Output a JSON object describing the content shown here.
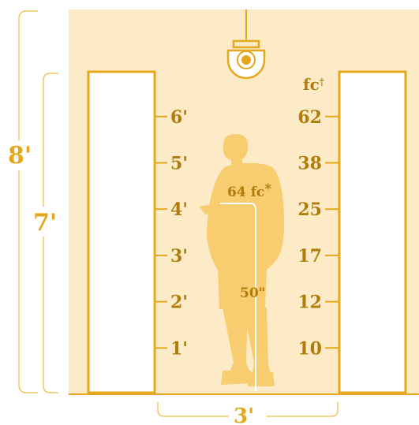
{
  "colors": {
    "room_bg": "#fdebc8",
    "gold": "#e3a81c",
    "bracket": "#f3c561",
    "silhouette": "#f8cd70",
    "label": "#b07d0c",
    "shelf_fill": "#ffffff",
    "white": "#ffffff"
  },
  "icons": {
    "fixture": "ceiling-light-fixture-icon",
    "person": "person-reading-silhouette"
  },
  "dimensions": {
    "room_height": "8'",
    "shelf_height": "7'",
    "aisle_width": "3'",
    "reading_height": "50\""
  },
  "height_marks": [
    {
      "label": "6'",
      "feet": 6
    },
    {
      "label": "5'",
      "feet": 5
    },
    {
      "label": "4'",
      "feet": 4
    },
    {
      "label": "3'",
      "feet": 3
    },
    {
      "label": "2'",
      "feet": 2
    },
    {
      "label": "1'",
      "feet": 1
    }
  ],
  "illuminance": {
    "header": "fc",
    "header_mark": "†",
    "values": [
      {
        "label": "62",
        "feet": 6
      },
      {
        "label": "38",
        "feet": 5
      },
      {
        "label": "25",
        "feet": 4
      },
      {
        "label": "17",
        "feet": 3
      },
      {
        "label": "12",
        "feet": 2
      },
      {
        "label": "10",
        "feet": 1
      }
    ]
  },
  "reading_plane": {
    "label": "64 fc",
    "mark": "*"
  }
}
